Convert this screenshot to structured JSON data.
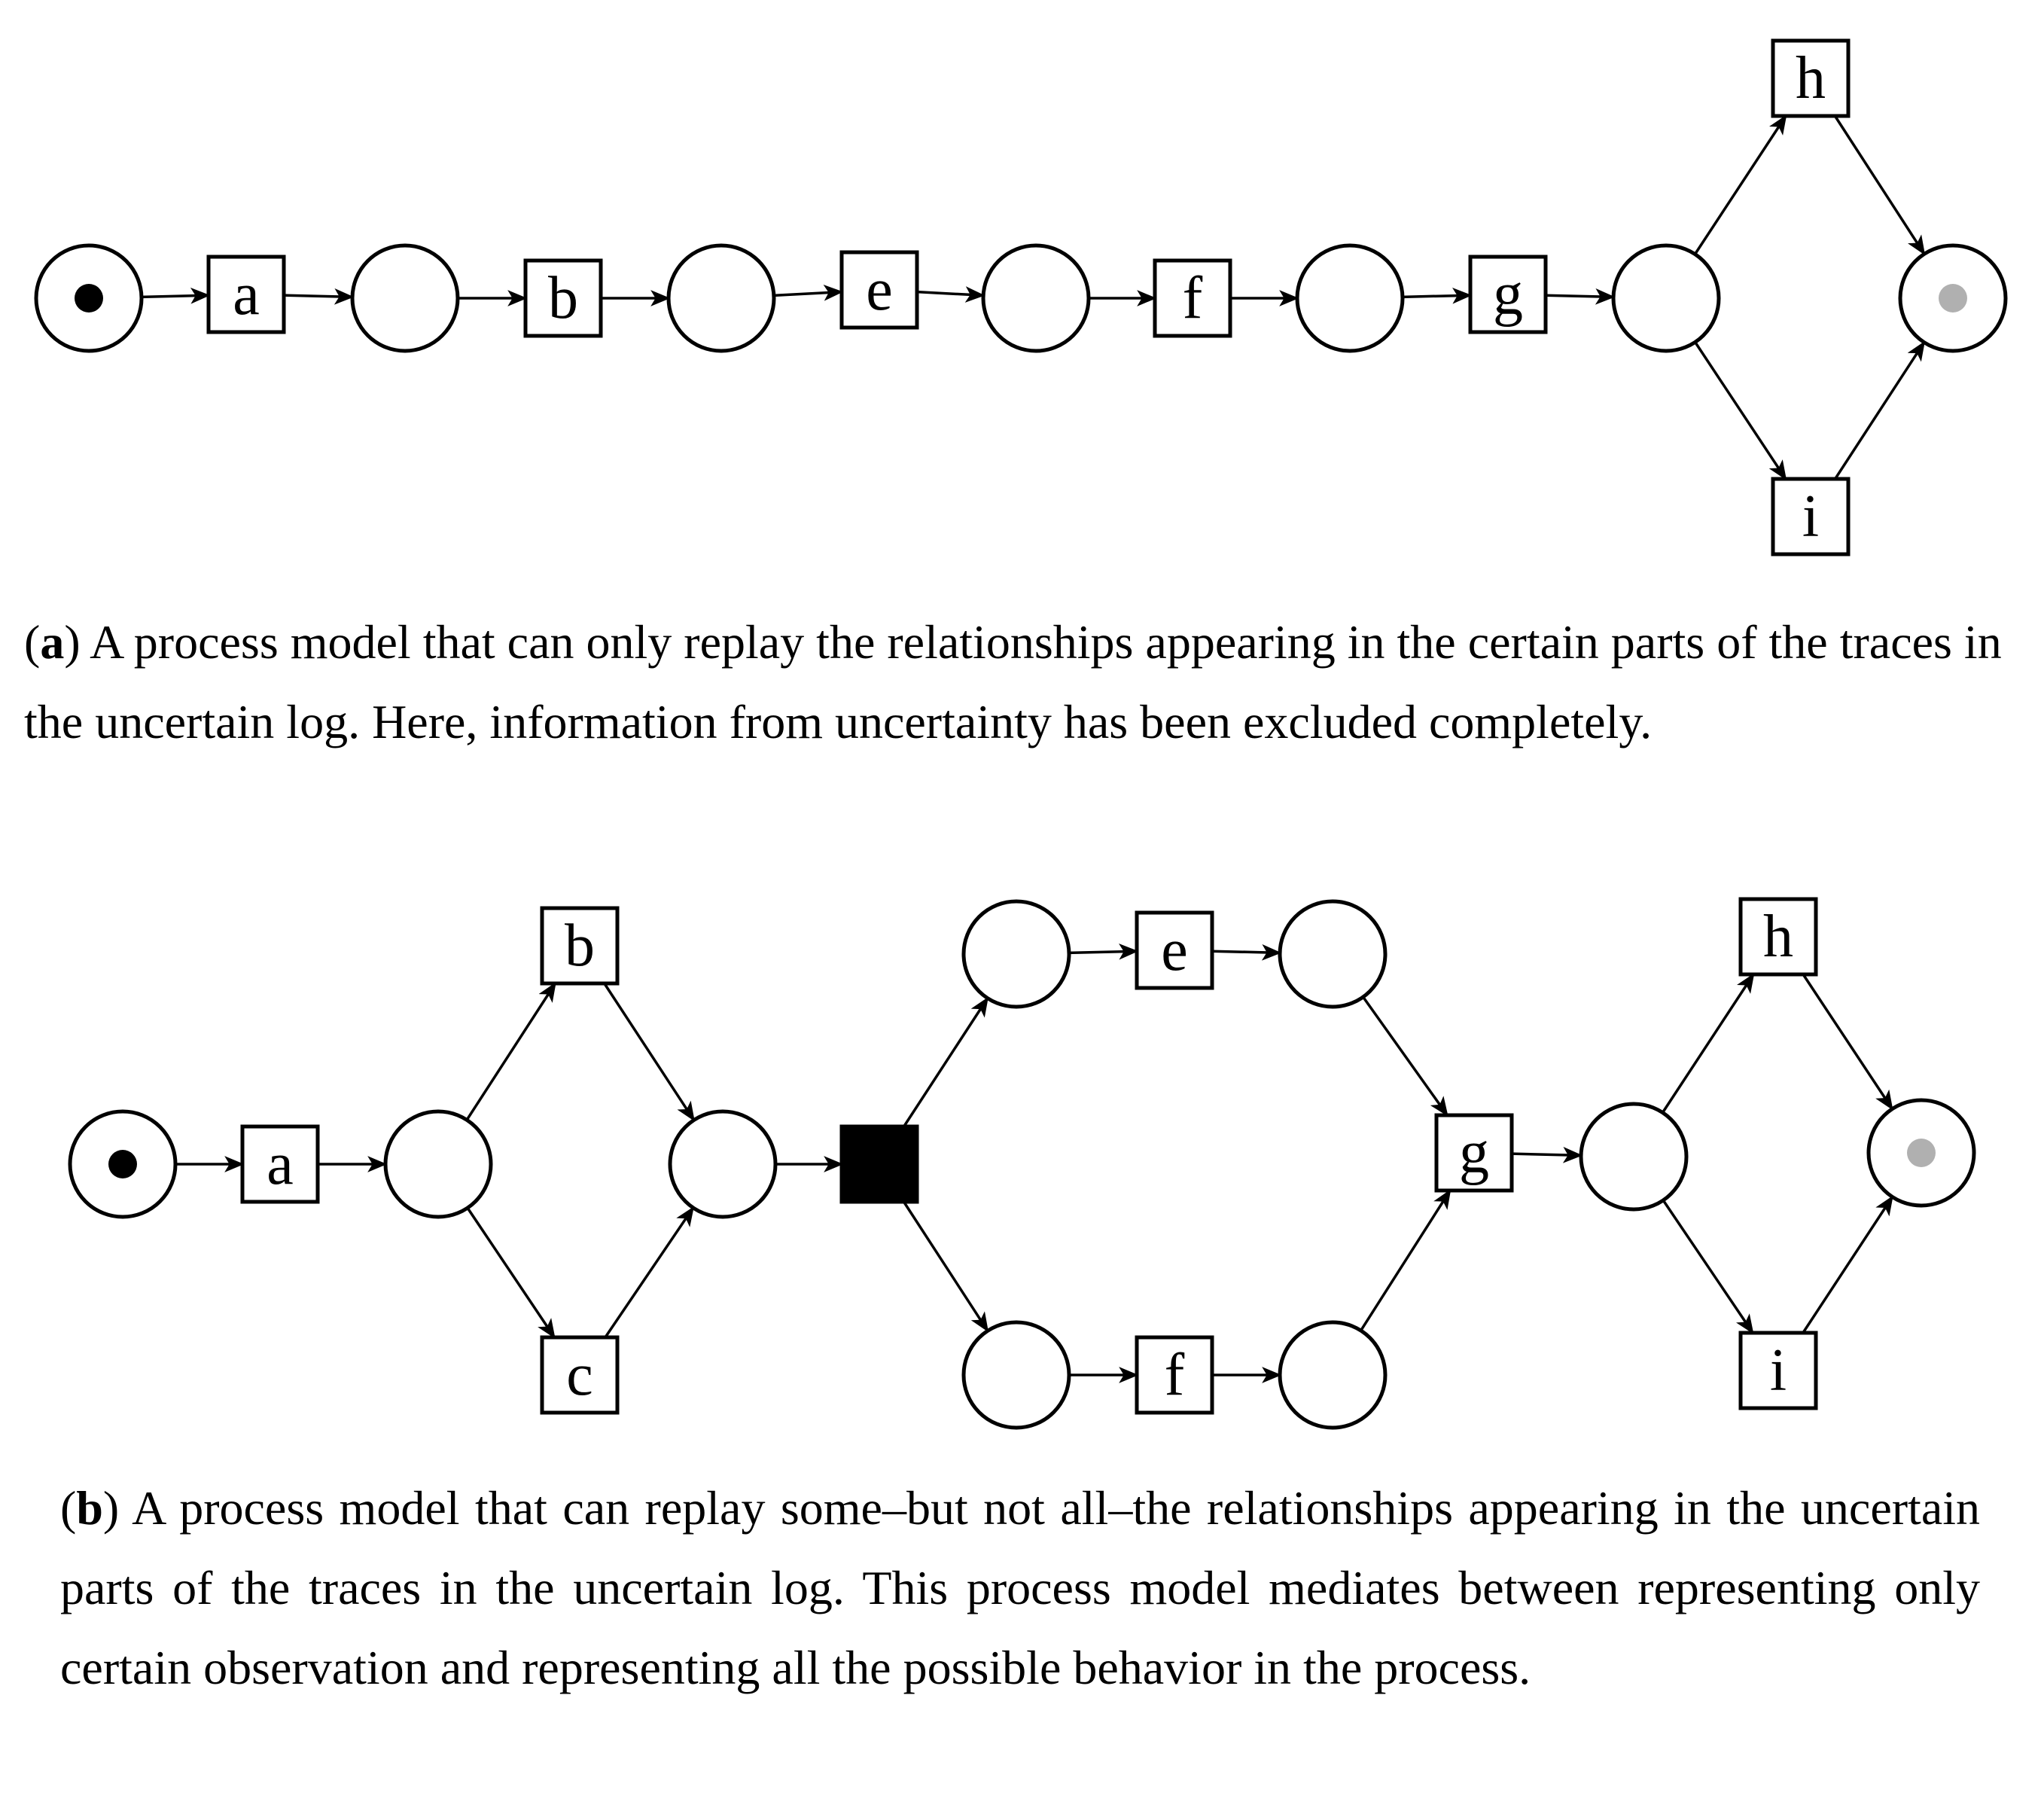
{
  "colors": {
    "token_initial": "#000000",
    "token_final": "#b0b0b0",
    "silent_transition": "#000000"
  },
  "subfigures": [
    {
      "tag": "a",
      "transition_labels": [
        "a",
        "b",
        "e",
        "f",
        "g",
        "h",
        "i"
      ],
      "caption": "A process model that can only replay the relationships appearing in the certain parts of the traces in the uncertain log. Here, information from uncertainty has been excluded completely."
    },
    {
      "tag": "b",
      "transition_labels": [
        "a",
        "b",
        "c",
        "e",
        "f",
        "g",
        "h",
        "i"
      ],
      "caption": "A process model that can replay some–but not all–the relationships appearing in the uncertain parts of the traces in the uncertain log. This process model mediates between representing only certain observation and representing all the possible behavior in the process."
    }
  ]
}
